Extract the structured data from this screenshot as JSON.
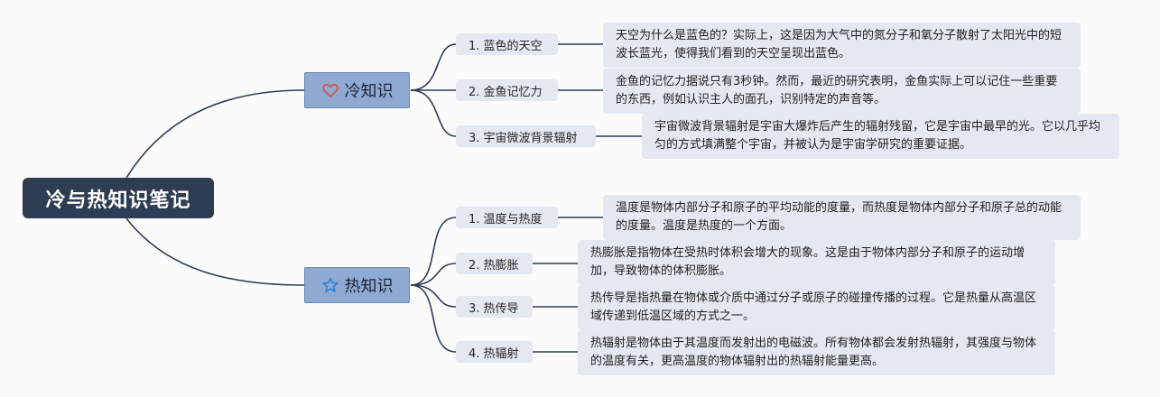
{
  "root": {
    "title": "冷与热知识笔记"
  },
  "branches": [
    {
      "label": "冷知识",
      "icon": "heart-icon",
      "items": [
        {
          "label": "1. 蓝色的天空",
          "note": "天空为什么是蓝色的？实际上，这是因为大气中的氮分子和氧分子散射了太阳光中的短波长蓝光，使得我们看到的天空呈现出蓝色。"
        },
        {
          "label": "2. 金鱼记忆力",
          "note": "金鱼的记忆力据说只有3秒钟。然而，最近的研究表明，金鱼实际上可以记住一些重要的东西，例如认识主人的面孔，识别特定的声音等。"
        },
        {
          "label": "3. 宇宙微波背景辐射",
          "note": "宇宙微波背景辐射是宇宙大爆炸后产生的辐射残留，它是宇宙中最早的光。它以几乎均匀的方式填满整个宇宙，并被认为是宇宙学研究的重要证据。"
        }
      ]
    },
    {
      "label": "热知识",
      "icon": "star-icon",
      "items": [
        {
          "label": "1. 温度与热度",
          "note": "温度是物体内部分子和原子的平均动能的度量，而热度是物体内部分子和原子总的动能的度量。温度是热度的一个方面。"
        },
        {
          "label": "2. 热膨胀",
          "note": "热膨胀是指物体在受热时体积会增大的现象。这是由于物体内部分子和原子的运动增加，导致物体的体积膨胀。"
        },
        {
          "label": "3. 热传导",
          "note": "热传导是指热量在物体或介质中通过分子或原子的碰撞传播的过程。它是热量从高温区域传递到低温区域的方式之一。"
        },
        {
          "label": "4. 热辐射",
          "note": "热辐射是物体由于其温度而发射出的电磁波。所有物体都会发射热辐射，其强度与物体的温度有关，更高温度的物体辐射出的热辐射能量更高。"
        }
      ]
    }
  ],
  "colors": {
    "root_bg": "#2f3d52",
    "branch_bg": "#8eaad2",
    "leaf_bg": "#e4e9f1",
    "connector": "#2f3d52",
    "heart": "#d9534f",
    "star": "#2a82d8"
  }
}
